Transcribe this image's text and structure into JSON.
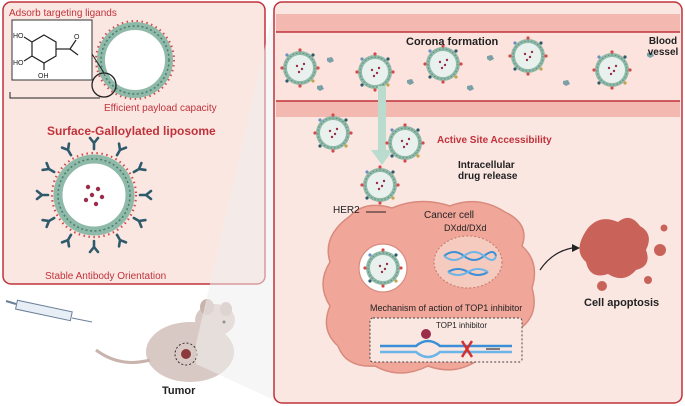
{
  "left_panel": {
    "top_label": "Adsorb targeting ligands",
    "payload_label": "Efficient payload capacity",
    "title": "Surface-Galloylated liposome",
    "bottom_label": "Stable Antibody Orientation",
    "molecule_labels": {
      "oh1": "HO",
      "oh2": "HO",
      "oh3": "OH",
      "o": "O"
    }
  },
  "mouse": {
    "tumor_label": "Tumor"
  },
  "right_panel": {
    "corona_label": "Corona formation",
    "blood_vessel_label": "Blood vessel",
    "active_site_label": "Active Site Accessibility",
    "intracellular_label": "Intracellular drug release",
    "her2_label": "HER2",
    "cancer_cell_label": "Cancer cell",
    "dxd_label": "DXdd/DXd",
    "moa_label": "Mechanism of action of TOP1 inhibitor",
    "top1_label": "TOP1 inhibitor",
    "apoptosis_label": "Cell apoptosis"
  },
  "colors": {
    "panel_border": "#c0323a",
    "panel_fill": "#fbe7e2",
    "vessel_fill": "#f3b9b0",
    "cell_fill": "#f0a79a",
    "liposome_shell": "#8fb9a8",
    "antibody": "#2e5a6b",
    "dna_blue": "#3a8fd6",
    "mouse_fill": "#d9c9c4"
  }
}
